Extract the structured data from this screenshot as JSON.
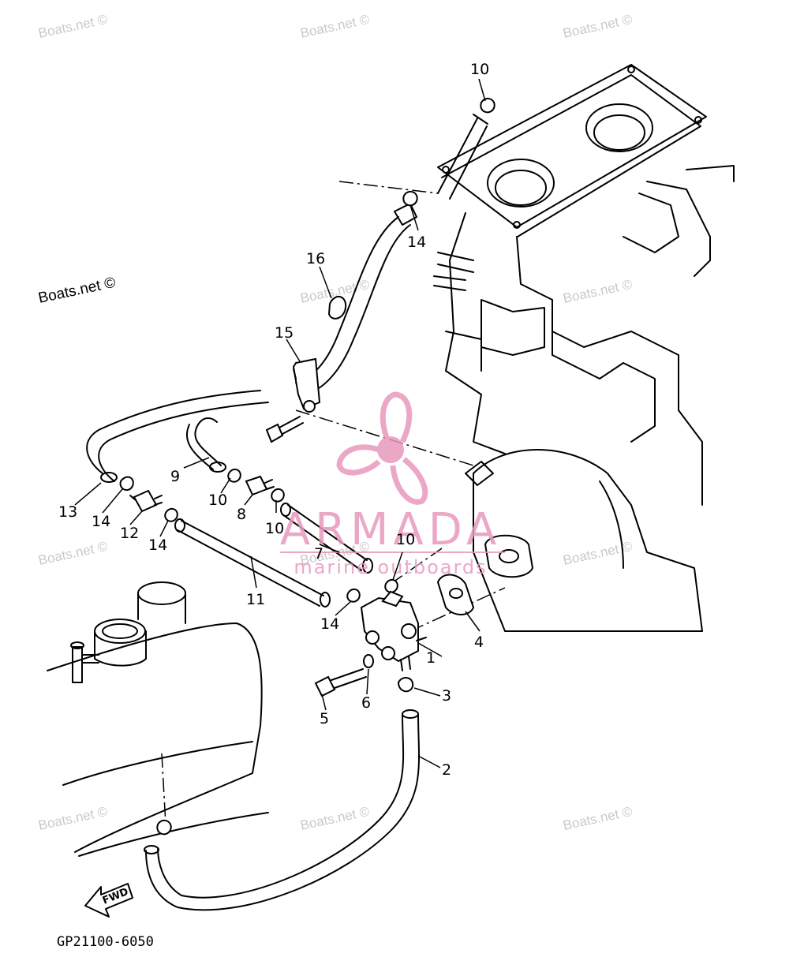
{
  "diagram": {
    "code": "GP21100-6050",
    "fwd_label": "FWD",
    "watermark_text": "Boats.net ©",
    "logo": {
      "name": "ARMADA",
      "tagline": "marine outboards",
      "color": "#e899bd"
    },
    "callouts": [
      {
        "id": "c1",
        "text": "1"
      },
      {
        "id": "c2",
        "text": "2"
      },
      {
        "id": "c3",
        "text": "3"
      },
      {
        "id": "c4",
        "text": "4"
      },
      {
        "id": "c5",
        "text": "5"
      },
      {
        "id": "c6",
        "text": "6"
      },
      {
        "id": "c7",
        "text": "7"
      },
      {
        "id": "c8",
        "text": "8"
      },
      {
        "id": "c9",
        "text": "9"
      },
      {
        "id": "c10a",
        "text": "10"
      },
      {
        "id": "c10b",
        "text": "10"
      },
      {
        "id": "c10c",
        "text": "10"
      },
      {
        "id": "c10d",
        "text": "10"
      },
      {
        "id": "c11",
        "text": "11"
      },
      {
        "id": "c12",
        "text": "12"
      },
      {
        "id": "c13",
        "text": "13"
      },
      {
        "id": "c14a",
        "text": "14"
      },
      {
        "id": "c14b",
        "text": "14"
      },
      {
        "id": "c14c",
        "text": "14"
      },
      {
        "id": "c14d",
        "text": "14"
      },
      {
        "id": "c15",
        "text": "15"
      },
      {
        "id": "c16",
        "text": "16"
      }
    ]
  }
}
